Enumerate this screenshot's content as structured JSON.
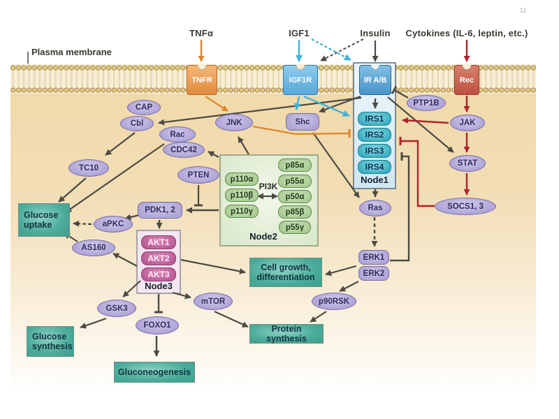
{
  "page": {
    "number": "11"
  },
  "labels": {
    "plasma_membrane": "Plasma membrane"
  },
  "ligands": {
    "tnfa": "TNFα",
    "igf1": "IGF1",
    "insulin": "Insulin",
    "cytokines": "Cytokines (IL-6, leptin, etc.)"
  },
  "receptors": {
    "tnfr": "TNFR",
    "igf1r": "IGF1R",
    "ir": "IR A/B",
    "rec": "Rec"
  },
  "node1": {
    "title": "Node1",
    "irs1": "IRS1",
    "irs2": "IRS2",
    "irs3": "IRS3",
    "irs4": "IRS4"
  },
  "node2": {
    "title": "Node2",
    "pi3k": "PI3K",
    "p110a": "p110α",
    "p110b": "p110β",
    "p110g": "p110γ",
    "p85a": "p85α",
    "p55a": "p55α",
    "p50a": "p50α",
    "p85b": "p85β",
    "p55g": "p55γ"
  },
  "node3": {
    "title": "Node3",
    "akt1": "AKT1",
    "akt2": "AKT2",
    "akt3": "AKT3"
  },
  "proteins": {
    "cap": "CAP",
    "cbl": "Cbl",
    "rac": "Rac",
    "cdc42": "CDC42",
    "tc10": "TC10",
    "pten": "PTEN",
    "ptp1b": "PTP1B",
    "jnk": "JNK",
    "shc": "Shc",
    "jak": "JAK",
    "stat": "STAT",
    "socs": "SOCS1, 3",
    "ras": "Ras",
    "pdk": "PDK1, 2",
    "apkc": "aPKC",
    "as160": "AS160",
    "gsk3": "GSK3",
    "foxo1": "FOXO1",
    "mtor": "mTOR",
    "p90rsk": "p90RSK",
    "erk1": "ERK1",
    "erk2": "ERK2"
  },
  "outcomes": {
    "glucose_uptake": "Glucose uptake",
    "cell_growth": "Cell growth, differentiation",
    "protein_synthesis": "Protein synthesis",
    "glucose_synthesis": "Glucose synthesis",
    "gluconeogenesis": "Gluconeogenesis"
  },
  "colors": {
    "cell_background": "#f0d9a8",
    "membrane_bead": "#e7cd8d",
    "arrow_dark": "#4b4a42",
    "arrow_orange": "#e08428",
    "arrow_cyan": "#3fb4d8",
    "arrow_red": "#b3202c",
    "protein_purple": "#b3a9d9",
    "pi3k_green": "#abce95",
    "irs_teal": "#3aafc3",
    "akt_magenta": "#bb5c96",
    "outcome_teal": "#4aab99"
  }
}
